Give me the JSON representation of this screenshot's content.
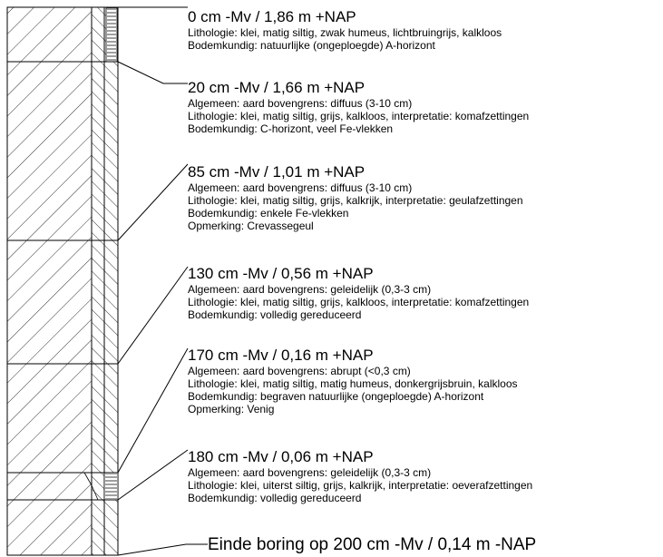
{
  "column": {
    "layer_boundaries_cm": [
      0,
      20,
      85,
      130,
      170,
      180,
      200
    ],
    "colors": {
      "line": "#000000",
      "background": "#ffffff"
    }
  },
  "layers": [
    {
      "head": "0 cm -Mv / 1,86 m +NAP",
      "lines": [
        "Lithologie: klei, matig siltig, zwak humeus, lichtbruingrijs, kalkloos",
        "Bodemkundig: natuurlijke (ongeploegde) A-horizont"
      ]
    },
    {
      "head": "20 cm -Mv / 1,66 m +NAP",
      "lines": [
        "Algemeen: aard bovengrens: diffuus (3-10 cm)",
        "Lithologie: klei, matig siltig, grijs, kalkloos, interpretatie: komafzettingen",
        "Bodemkundig: C-horizont, veel Fe-vlekken"
      ]
    },
    {
      "head": "85 cm -Mv / 1,01 m +NAP",
      "lines": [
        "Algemeen: aard bovengrens: diffuus (3-10 cm)",
        "Lithologie: klei, matig siltig, grijs, kalkrijk, interpretatie: geulafzettingen",
        "Bodemkundig: enkele Fe-vlekken",
        "Opmerking: Crevassegeul"
      ]
    },
    {
      "head": "130 cm -Mv / 0,56 m +NAP",
      "lines": [
        "Algemeen: aard bovengrens: geleidelijk (0,3-3 cm)",
        "Lithologie: klei, matig siltig, grijs, kalkloos, interpretatie: komafzettingen",
        "Bodemkundig: volledig gereduceerd"
      ]
    },
    {
      "head": "170 cm -Mv / 0,16 m +NAP",
      "lines": [
        "Algemeen: aard bovengrens: abrupt (<0,3 cm)",
        "Lithologie: klei, matig siltig, matig humeus, donkergrijsbruin, kalkloos",
        "Bodemkundig: begraven natuurlijke (ongeploegde) A-horizont",
        "Opmerking: Venig"
      ]
    },
    {
      "head": "180 cm -Mv / 0,06 m +NAP",
      "lines": [
        "Algemeen: aard bovengrens: geleidelijk (0,3-3 cm)",
        "Lithologie: klei, uiterst siltig, grijs, kalkrijk, interpretatie: oeverafzettingen",
        "Bodemkundig: volledig gereduceerd"
      ]
    }
  ],
  "end_label": "Einde boring op 200 cm -Mv / 0,14 m -NAP"
}
